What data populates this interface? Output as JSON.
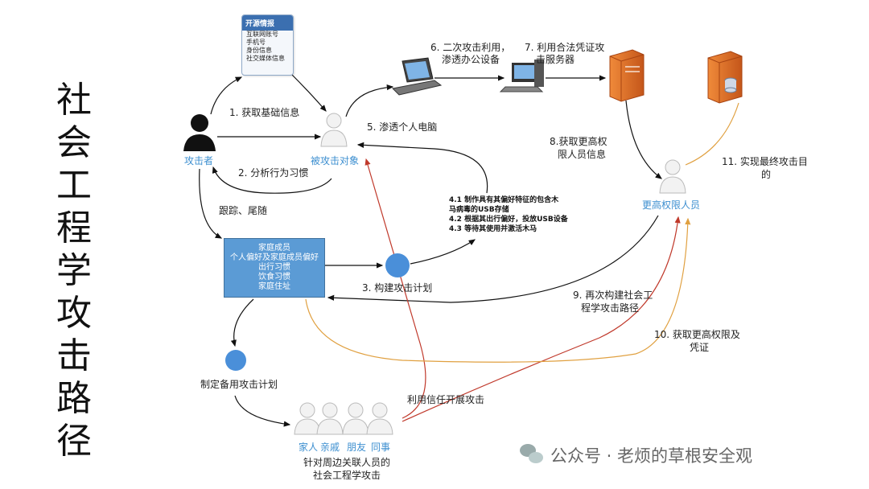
{
  "title_chars": [
    "社",
    "会",
    "工",
    "程",
    "学",
    "攻",
    "击",
    "路",
    "径"
  ],
  "osint": {
    "header": "开源情报",
    "items": [
      "互联网账号",
      "手机号",
      "身份信息",
      "社交媒体信息"
    ]
  },
  "nodes": {
    "attacker": "攻击者",
    "target": "被攻击对象",
    "privileged": "更高权限人员",
    "family_box": [
      "家庭成员",
      "个人偏好及家庭成员偏好",
      "出行习惯",
      "饮食习惯",
      "家庭住址"
    ],
    "backup_plan": "制定备用攻击计划",
    "relations": [
      "家人",
      "亲戚",
      "朋友",
      "同事"
    ],
    "relations_caption": [
      "针对周边关联人员的",
      "社会工程学攻击"
    ]
  },
  "steps": {
    "s1": "1.  获取基础信息",
    "s2": "2.  分析行为习惯",
    "s3": "3.  构建攻击计划",
    "s4": [
      "4.1  制作具有其偏好特征的包含木",
      "马病毒的USB存储",
      "4.2  根据其出行偏好，投放USB设备",
      "4.3  等待其使用并激活木马"
    ],
    "s5": "5.  渗透个人电脑",
    "s6": [
      "6.  二次攻击利用，",
      "渗透办公设备"
    ],
    "s7": [
      "7.  利用合法凭证攻",
      "击服务器"
    ],
    "s8": [
      "8.获取更高权",
      "限人员信息"
    ],
    "s9": [
      "9.  再次构建社会工",
      "程学攻击路径"
    ],
    "s10": [
      "10.  获取更高权限及",
      "凭证"
    ],
    "s11": [
      "11.  实现最终攻击目",
      "的"
    ],
    "follow": "跟踪、尾随",
    "trust": "利用信任开展攻击"
  },
  "watermark": "公众号 · 老烦的草根安全观",
  "colors": {
    "blue_box": "#5b9bd5",
    "red_line": "#c0392b",
    "orange_line": "#e0a040",
    "accent_text": "#3d8fd0"
  }
}
